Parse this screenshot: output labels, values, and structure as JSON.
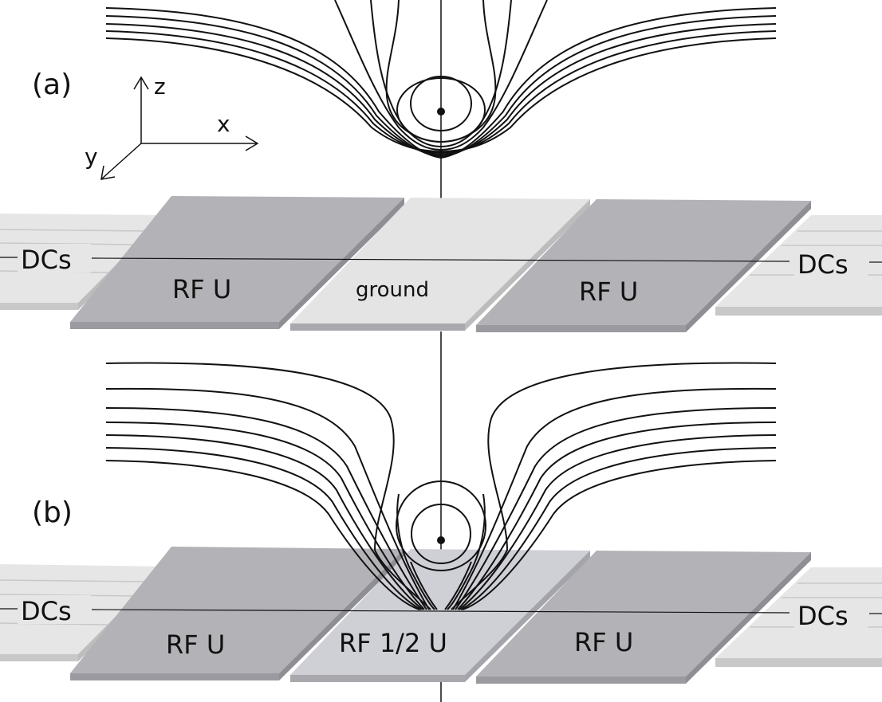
{
  "panels": [
    {
      "label": "(a)",
      "left_rf": "RF U",
      "center": "ground",
      "right_rf": "RF U",
      "left_dc": "DCs",
      "right_dc": "DCs"
    },
    {
      "label": "(b)",
      "left_rf": "RF U",
      "center": "RF 1/2 U",
      "right_rf": "RF U",
      "left_dc": "DCs",
      "right_dc": "DCs"
    }
  ],
  "axes": {
    "x": "x",
    "y": "y",
    "z": "z"
  },
  "colors": {
    "rf_electrode": "#b3b3b7",
    "rf_electrode_edge": "#9a9aa0",
    "ground_electrode": "#e4e4e4",
    "half_rf_electrode": "#cfcfd6",
    "dc_electrode": "#e6e6e6",
    "field_line": "#111111"
  }
}
